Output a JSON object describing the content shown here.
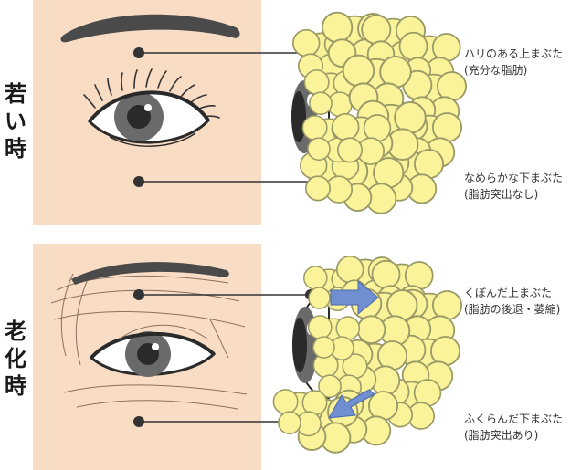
{
  "young": {
    "label": [
      "若",
      "い",
      "時"
    ],
    "upper_caption": [
      "ハリのある上まぶた",
      "(充分な脂肪)"
    ],
    "lower_caption": [
      "なめらかな下まぶた",
      "(脂肪突出なし)"
    ]
  },
  "aged": {
    "label": [
      "老",
      "化",
      "時"
    ],
    "upper_caption": [
      "くぼんだ上まぶた",
      "(脂肪の後退・萎縮)"
    ],
    "lower_caption": [
      "ふくらんだ下まぶた",
      "(脂肪突出あり)"
    ]
  },
  "colors": {
    "skin": "#f9dcc4",
    "fat": "#fbf39a",
    "arrow": "#6f8fd0",
    "iris": "#6a6a6a",
    "line": "#333333"
  },
  "icons": [
    "eye-icon",
    "eyebrow-icon",
    "fat-cluster-icon",
    "arrow-icon"
  ]
}
